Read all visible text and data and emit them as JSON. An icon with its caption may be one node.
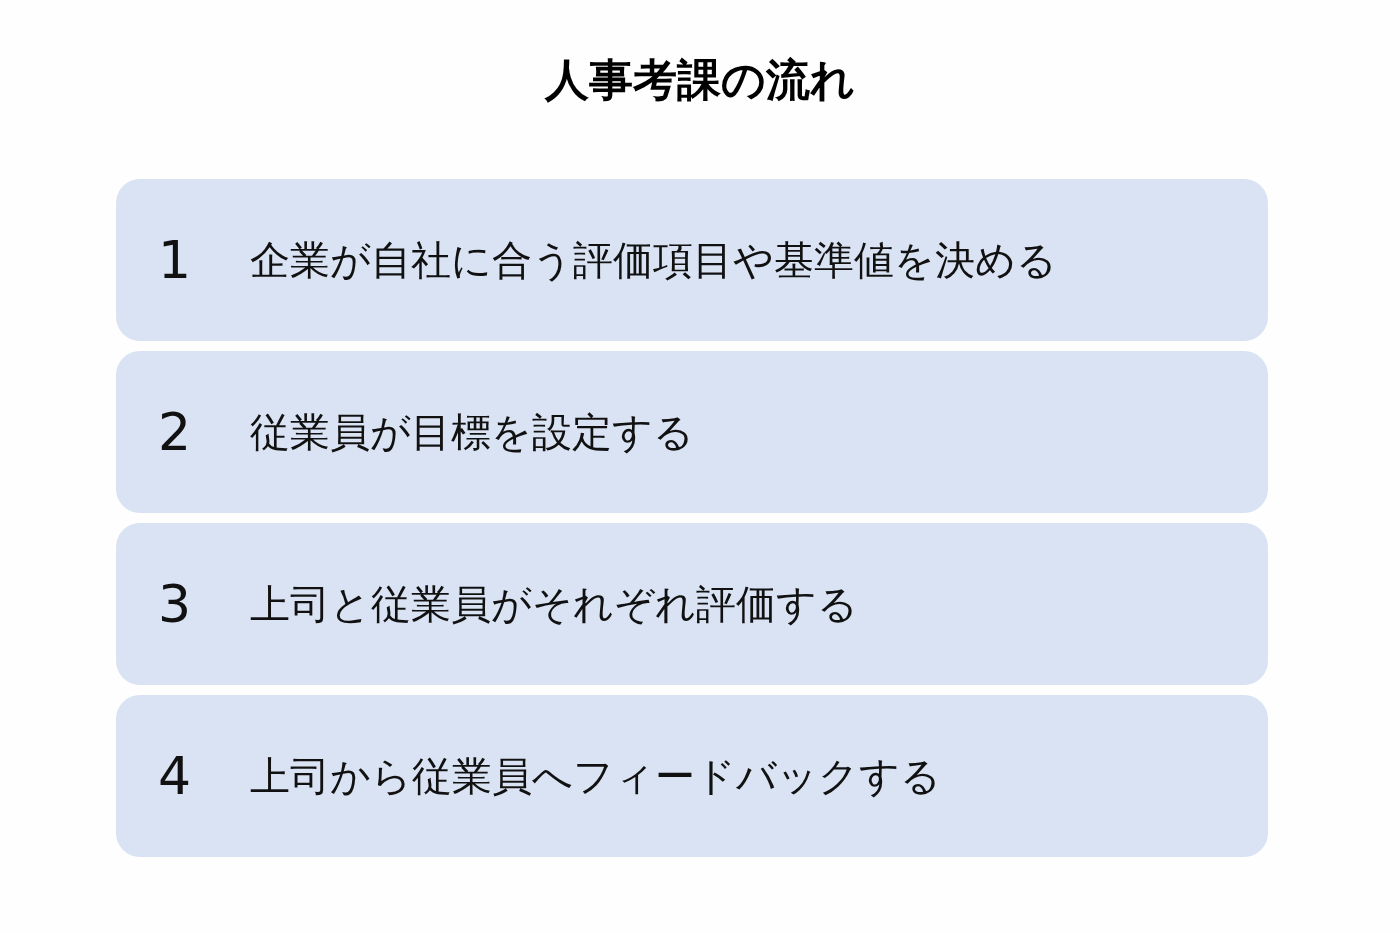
{
  "diagram": {
    "title": "人事考課の流れ",
    "nodes": [
      {
        "text": [
          "1",
          "企業が自社に合う評価項目や基準値を決める"
        ]
      },
      {
        "text": [
          "2",
          "従業員が目標を設定する"
        ]
      },
      {
        "text": [
          "3",
          "上司と従業員がそれぞれ評価する"
        ]
      },
      {
        "text": [
          "4",
          "上司から従業員へフィードバックする"
        ]
      }
    ]
  }
}
